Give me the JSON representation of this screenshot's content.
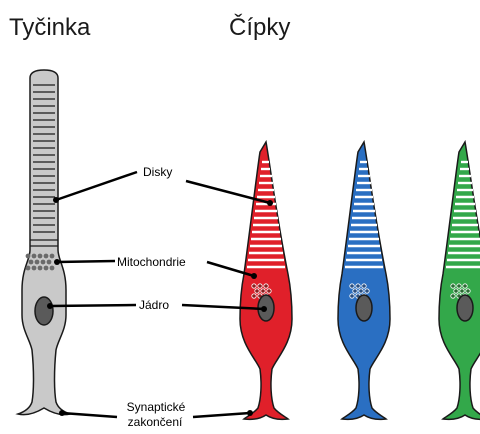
{
  "headings": {
    "rod": "Tyčinka",
    "cones": "Čípky"
  },
  "labels": {
    "discs": "Disky",
    "mitochondria": "Mitochondrie",
    "nucleus": "Jádro",
    "synaptic_line1": "Synaptické",
    "synaptic_line2": "zakončení"
  },
  "cells": [
    {
      "type": "rod",
      "color": "#c9c9c9"
    },
    {
      "type": "cone",
      "color": "#e0202a"
    },
    {
      "type": "cone",
      "color": "#2a6fc2"
    },
    {
      "type": "cone",
      "color": "#33a84a"
    }
  ],
  "colors": {
    "outline": "#1a1a1a",
    "nucleus": "#5a5a5a",
    "line": "#000000"
  }
}
